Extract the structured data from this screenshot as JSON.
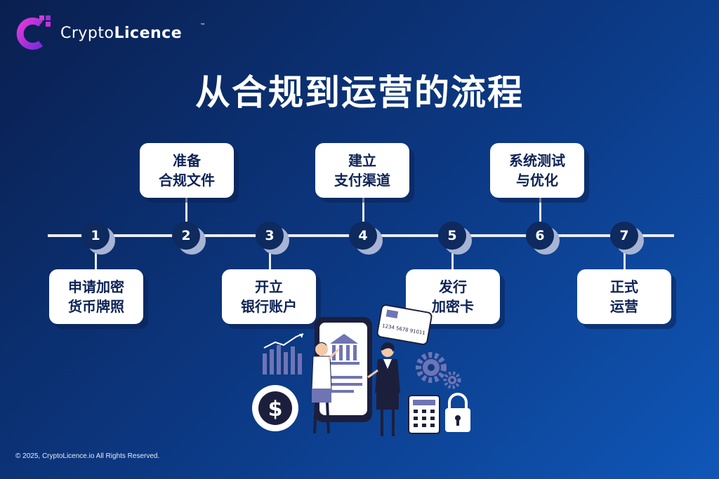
{
  "brand": {
    "name_regular": "Crypto",
    "name_bold": "Licence",
    "trademark": "™"
  },
  "title": "从合规到运营的流程",
  "steps": [
    {
      "number": "1",
      "label": "申请加密\n货币牌照"
    },
    {
      "number": "2",
      "label": "准备\n合规文件"
    },
    {
      "number": "3",
      "label": "开立\n银行账户"
    },
    {
      "number": "4",
      "label": "建立\n支付渠道"
    },
    {
      "number": "5",
      "label": "发行\n加密卡"
    },
    {
      "number": "6",
      "label": "系统测试\n与优化"
    },
    {
      "number": "7",
      "label": "正式\n运营"
    }
  ],
  "card_number": "1234 5678 91011",
  "icons": [
    "cryptolicence-logo-icon",
    "bar-chart-icon",
    "dollar-coin-icon",
    "phone-bank-icon",
    "credit-card-icon",
    "gear-icon",
    "calculator-icon",
    "padlock-icon"
  ],
  "colors": {
    "background_dark": "#0a1f4f",
    "background_light": "#0f57b8",
    "node": "#0e2a5e",
    "card_text": "#0d2357",
    "accent_purple": "#c12fd0"
  },
  "footer": "© 2025, CryptoLicence.io All Rights Reserved."
}
